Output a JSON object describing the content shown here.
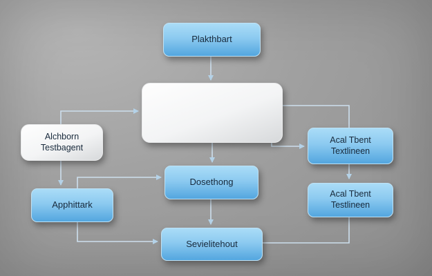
{
  "diagram": {
    "nodes": {
      "plakthbart": {
        "label": "Plakthbart"
      },
      "central": {
        "label": ""
      },
      "alchborn": {
        "line1": "Alchborn",
        "line2": "Testbagent"
      },
      "apphittark": {
        "label": "Apphittark"
      },
      "dosethong": {
        "label": "Dosethong"
      },
      "sevielitehout": {
        "label": "Sevielitehout"
      },
      "acal_textlineen": {
        "line1": "Acal Tbent",
        "line2": "Textlineen"
      },
      "acal_testlineen": {
        "line1": "Acal Tbent",
        "line2": "Testlineen"
      }
    },
    "edges": [
      {
        "from": "plakthbart",
        "to": "central",
        "arrow": true
      },
      {
        "from": "alchborn",
        "to": "central",
        "arrow": true
      },
      {
        "from": "central",
        "to": "acal_textlineen",
        "arrow": true
      },
      {
        "from": "central",
        "to": "acal_testlineen",
        "arrow": true
      },
      {
        "from": "central",
        "to": "dosethong",
        "arrow": true
      },
      {
        "from": "alchborn",
        "to": "apphittark",
        "arrow": true
      },
      {
        "from": "apphittark",
        "to": "dosethong",
        "arrow": true
      },
      {
        "from": "apphittark",
        "to": "sevielitehout",
        "arrow": true
      },
      {
        "from": "dosethong",
        "to": "sevielitehout",
        "arrow": true
      },
      {
        "from": "sevielitehout",
        "to": "acal_testlineen",
        "arrow": false
      }
    ],
    "colors": {
      "background": "#9e9e9e",
      "node_blue_top": "#aadcf7",
      "node_blue_bottom": "#53a6df",
      "node_white_top": "#fefefe",
      "node_white_bottom": "#d7d9db",
      "connector": "#cddfee",
      "arrowhead": "#b4d2e8",
      "text": "#17293b"
    }
  }
}
